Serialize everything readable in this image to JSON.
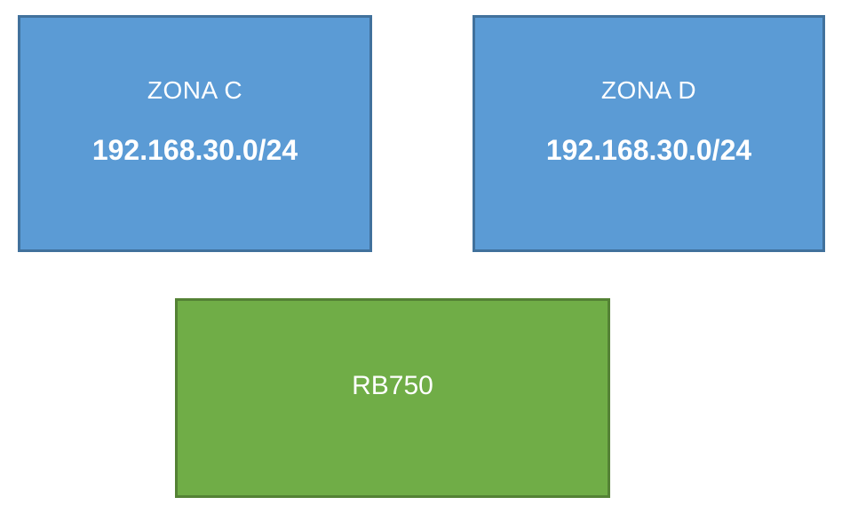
{
  "diagram": {
    "title": "network-zones-diagram",
    "background_color": "#ffffff",
    "text_color": "#ffffff",
    "nodes": {
      "zona_c": {
        "label": "ZONA C",
        "subnet": "192.168.30.0/24",
        "fill": "#5b9bd5",
        "border": "#41719c"
      },
      "zona_d": {
        "label": "ZONA D",
        "subnet": "192.168.30.0/24",
        "fill": "#5b9bd5",
        "border": "#41719c"
      },
      "rb750": {
        "label": "RB750",
        "fill": "#70ad47",
        "border": "#548235"
      }
    }
  }
}
